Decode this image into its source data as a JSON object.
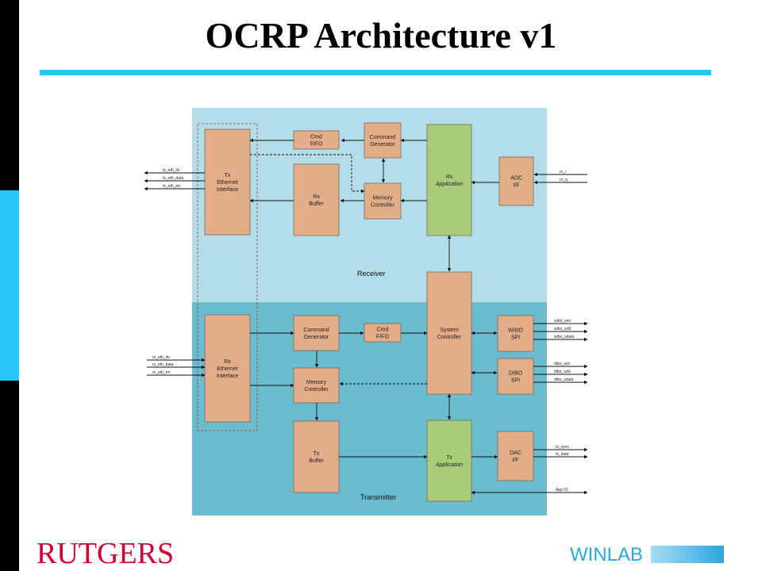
{
  "slide": {
    "title": "OCRP Architecture v1"
  },
  "diagram": {
    "receiver_label": "Receiver",
    "transmitter_label": "Transmitter",
    "blocks": {
      "tx_eth": [
        "Tx",
        "Ethernet",
        "Interface"
      ],
      "rx_eth": [
        "Rx",
        "Ethernet",
        "Interface"
      ],
      "cmd_fifo_rx": [
        "Cmd",
        "FIFO"
      ],
      "cmd_gen_rx": [
        "Command",
        "Generator"
      ],
      "rx_buffer": [
        "Rx",
        "Buffer"
      ],
      "mem_ctrl_rx": [
        "Memory",
        "Controller"
      ],
      "rx_app": [
        "Rx",
        "Application"
      ],
      "adc_if": [
        "ADC",
        "I/F"
      ],
      "sys_ctrl": [
        "System",
        "Controller"
      ],
      "cmd_gen_tx": [
        "Command",
        "Generator"
      ],
      "cmd_fifo_tx": [
        "Cmd",
        "FIFO"
      ],
      "mem_ctrl_tx": [
        "Memory",
        "Controller"
      ],
      "tx_buffer": [
        "Tx",
        "Buffer"
      ],
      "tx_app": [
        "Tx",
        "Application"
      ],
      "wibo_spi": [
        "WIBO",
        "SPI"
      ],
      "dibo_spi": [
        "DIBO",
        "SPI"
      ],
      "dac_if": [
        "DAC",
        "I/F"
      ]
    },
    "signals": {
      "tx_eth": [
        "tx_eth_dv",
        "tx_eth_data",
        "tx_eth_err"
      ],
      "rx_eth": [
        "rx_eth_dv",
        "rx_eth_data",
        "rx_eth_err"
      ],
      "adc": [
        "rx_i",
        "rx_q"
      ],
      "wibo": [
        "wibo_sen",
        "wibo_sclk",
        "wibo_sdata"
      ],
      "dibo": [
        "dibo_sen",
        "dibo_sclk",
        "dibo_sdata"
      ],
      "dac": [
        "tx_sync",
        "tx_data"
      ],
      "app_io": "App IO"
    },
    "colors": {
      "receiver_bg": "#b3dde9",
      "transmitter_bg": "#6bbccf",
      "block_fill": "#e3ad8a",
      "app_fill": "#a9cc7a",
      "border": "#7a6a5a"
    }
  },
  "footer": {
    "logo_left": "RUTGERS",
    "logo_right": "WINLAB"
  }
}
